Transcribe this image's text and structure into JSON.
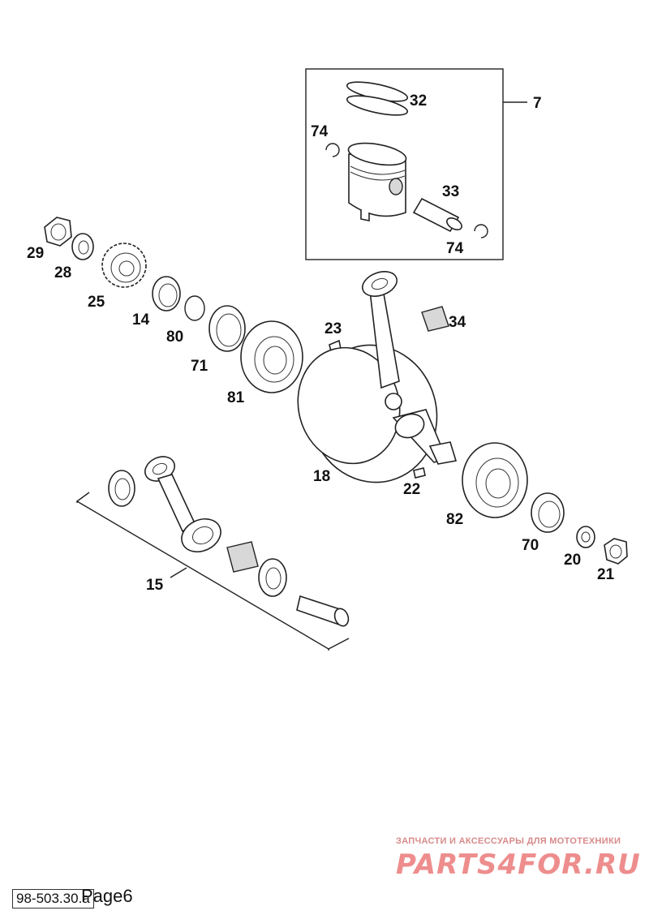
{
  "diagram": {
    "callouts": {
      "c7": "7",
      "c32": "32",
      "c74a": "74",
      "c33": "33",
      "c74b": "74",
      "c29": "29",
      "c28": "28",
      "c25": "25",
      "c14": "14",
      "c80": "80",
      "c71": "71",
      "c81": "81",
      "c23": "23",
      "c34": "34",
      "c18": "18",
      "c22": "22",
      "c82": "82",
      "c70": "70",
      "c20": "20",
      "c21": "21",
      "c15": "15"
    }
  },
  "watermark": {
    "tagline": "ЗАПЧАСТИ И АКСЕССУАРЫ ДЛЯ МОТОТЕХНИКИ",
    "logo": "PARTS4FOR.RU"
  },
  "footer": {
    "doc_number": "98-503.30.a",
    "page": "Page6"
  }
}
